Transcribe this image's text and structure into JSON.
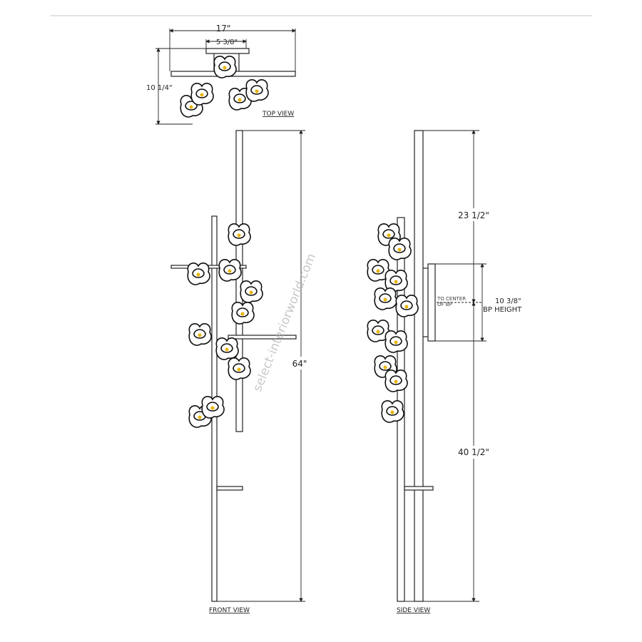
{
  "views": {
    "top": "TOP VIEW",
    "front": "FRONT VIEW",
    "side": "SIDE VIEW"
  },
  "dimensions": {
    "width": "17\"",
    "backplate_width": "5 3/8\"",
    "depth": "10 1/4\"",
    "height": "64\"",
    "upper": "23 1/2\"",
    "lower": "40 1/2\"",
    "bp_height_value": "10 3/8\"",
    "bp_height_label": "BP HEIGHT",
    "to_center_line1": "TO CENTER",
    "to_center_line2": "OF BP"
  },
  "watermark": "select-interiorworld.com"
}
